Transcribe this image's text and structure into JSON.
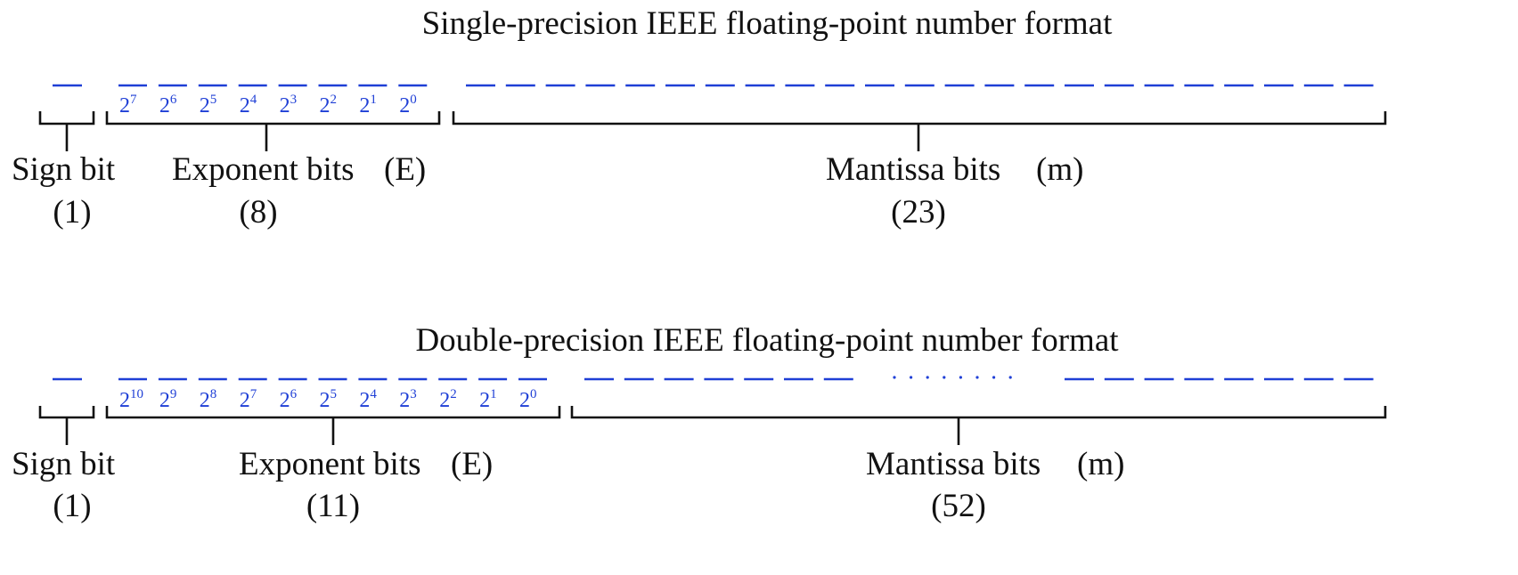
{
  "single": {
    "title": "Single-precision IEEE floating-point number format",
    "sign": {
      "label": "Sign bit",
      "count": "(1)"
    },
    "exponent": {
      "label": "Exponent bits",
      "symbol": "(E)",
      "count": "(8)",
      "powers": [
        "7",
        "6",
        "5",
        "4",
        "3",
        "2",
        "1",
        "0"
      ]
    },
    "mantissa": {
      "label": "Mantissa bits",
      "symbol": "(m)",
      "count": "(23)"
    }
  },
  "double": {
    "title": "Double-precision IEEE floating-point number format",
    "sign": {
      "label": "Sign bit",
      "count": "(1)"
    },
    "exponent": {
      "label": "Exponent bits",
      "symbol": "(E)",
      "count": "(11)",
      "powers": [
        "10",
        "9",
        "8",
        "7",
        "6",
        "5",
        "4",
        "3",
        "2",
        "1",
        "0"
      ]
    },
    "mantissa": {
      "label": "Mantissa bits",
      "symbol": "(m)",
      "count": "(52)"
    }
  },
  "base": "2",
  "colors": {
    "bits": "#1f3fd6",
    "text": "#111111"
  }
}
